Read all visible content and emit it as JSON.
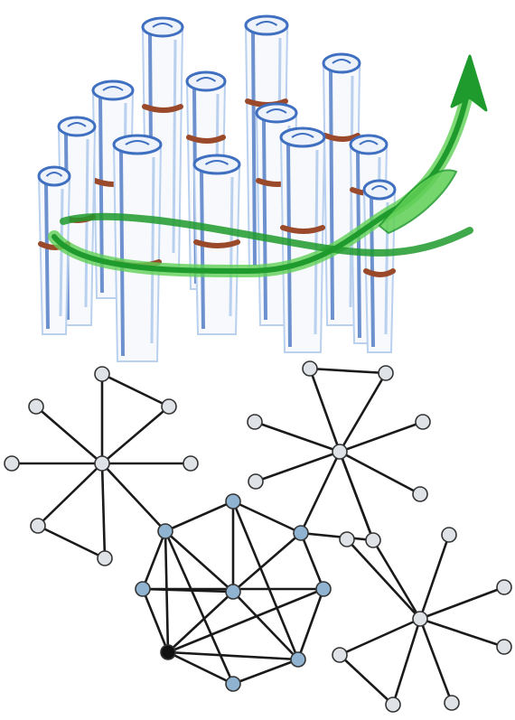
{
  "colors": {
    "background": "#ffffff",
    "edge": "#1a1a1a",
    "node_leaf": "#dfe3e8",
    "node_core": "#8fb3d1",
    "node_dark": "#111111",
    "node_stroke": "#333333",
    "scroll_blue": "#3f6fc0",
    "scroll_light": "#b9d0ee",
    "band": "#9a4a2a",
    "ribbon": "#1f9a2c",
    "ribbon_light": "#5fcf55"
  },
  "illustration": {
    "scroll_count": 13,
    "ribbon_arrow": "arrow-up-right-icon"
  },
  "graph": {
    "nodes": [
      {
        "id": "L1",
        "kind": "leaf"
      },
      {
        "id": "L2",
        "kind": "leaf"
      },
      {
        "id": "L3",
        "kind": "leaf"
      },
      {
        "id": "L4",
        "kind": "leaf"
      },
      {
        "id": "L5",
        "kind": "leaf"
      },
      {
        "id": "L6",
        "kind": "leaf"
      },
      {
        "id": "L7",
        "kind": "leaf"
      },
      {
        "id": "L8",
        "kind": "leaf"
      },
      {
        "id": "R1",
        "kind": "leaf"
      },
      {
        "id": "R2",
        "kind": "leaf"
      },
      {
        "id": "R3",
        "kind": "leaf"
      },
      {
        "id": "R4",
        "kind": "leaf"
      },
      {
        "id": "R5",
        "kind": "leaf"
      },
      {
        "id": "R6",
        "kind": "leaf"
      },
      {
        "id": "R7",
        "kind": "leaf"
      },
      {
        "id": "R8",
        "kind": "leaf"
      },
      {
        "id": "B1",
        "kind": "leaf"
      },
      {
        "id": "B2",
        "kind": "leaf"
      },
      {
        "id": "B3",
        "kind": "leaf"
      },
      {
        "id": "B4",
        "kind": "leaf"
      },
      {
        "id": "B5",
        "kind": "leaf"
      },
      {
        "id": "B6",
        "kind": "leaf"
      },
      {
        "id": "B7",
        "kind": "leaf"
      },
      {
        "id": "B8",
        "kind": "leaf"
      },
      {
        "id": "C1",
        "kind": "core"
      },
      {
        "id": "C2",
        "kind": "core"
      },
      {
        "id": "C3",
        "kind": "core"
      },
      {
        "id": "C4",
        "kind": "core"
      },
      {
        "id": "C5",
        "kind": "core"
      },
      {
        "id": "C6",
        "kind": "core"
      },
      {
        "id": "C7",
        "kind": "core"
      },
      {
        "id": "C8",
        "kind": "core"
      },
      {
        "id": "C9",
        "kind": "dark"
      }
    ],
    "edges": [
      [
        "L1",
        "L4"
      ],
      [
        "L2",
        "L4"
      ],
      [
        "L3",
        "L4"
      ],
      [
        "L5",
        "L4"
      ],
      [
        "L6",
        "L4"
      ],
      [
        "L7",
        "L4"
      ],
      [
        "L8",
        "L4"
      ],
      [
        "L1",
        "L3"
      ],
      [
        "L6",
        "L7"
      ],
      [
        "L4",
        "C1"
      ],
      [
        "R1",
        "R3"
      ],
      [
        "R2",
        "R3"
      ],
      [
        "R4",
        "R3"
      ],
      [
        "R5",
        "R3"
      ],
      [
        "R6",
        "R3"
      ],
      [
        "R7",
        "R3"
      ],
      [
        "R8",
        "R3"
      ],
      [
        "R1",
        "R2"
      ],
      [
        "R3",
        "C5"
      ],
      [
        "R3",
        "R8"
      ],
      [
        "B1",
        "B5"
      ],
      [
        "B2",
        "B5"
      ],
      [
        "B3",
        "B5"
      ],
      [
        "B4",
        "B5"
      ],
      [
        "B6",
        "B5"
      ],
      [
        "B7",
        "B5"
      ],
      [
        "B8",
        "B5"
      ],
      [
        "B6",
        "B7"
      ],
      [
        "R8",
        "B5"
      ],
      [
        "C5",
        "R8"
      ],
      [
        "C1",
        "C2"
      ],
      [
        "C2",
        "C5"
      ],
      [
        "C5",
        "C6"
      ],
      [
        "C6",
        "C7"
      ],
      [
        "C7",
        "C8"
      ],
      [
        "C8",
        "C9"
      ],
      [
        "C9",
        "C3"
      ],
      [
        "C3",
        "C1"
      ],
      [
        "C2",
        "C4"
      ],
      [
        "C2",
        "C7"
      ],
      [
        "C3",
        "C6"
      ],
      [
        "C4",
        "C7"
      ],
      [
        "C4",
        "C9"
      ],
      [
        "C5",
        "C4"
      ],
      [
        "C1",
        "C9"
      ],
      [
        "C1",
        "C8"
      ],
      [
        "C3",
        "C4"
      ],
      [
        "C9",
        "C6"
      ],
      [
        "C9",
        "C7"
      ],
      [
        "C1",
        "C4"
      ]
    ]
  }
}
